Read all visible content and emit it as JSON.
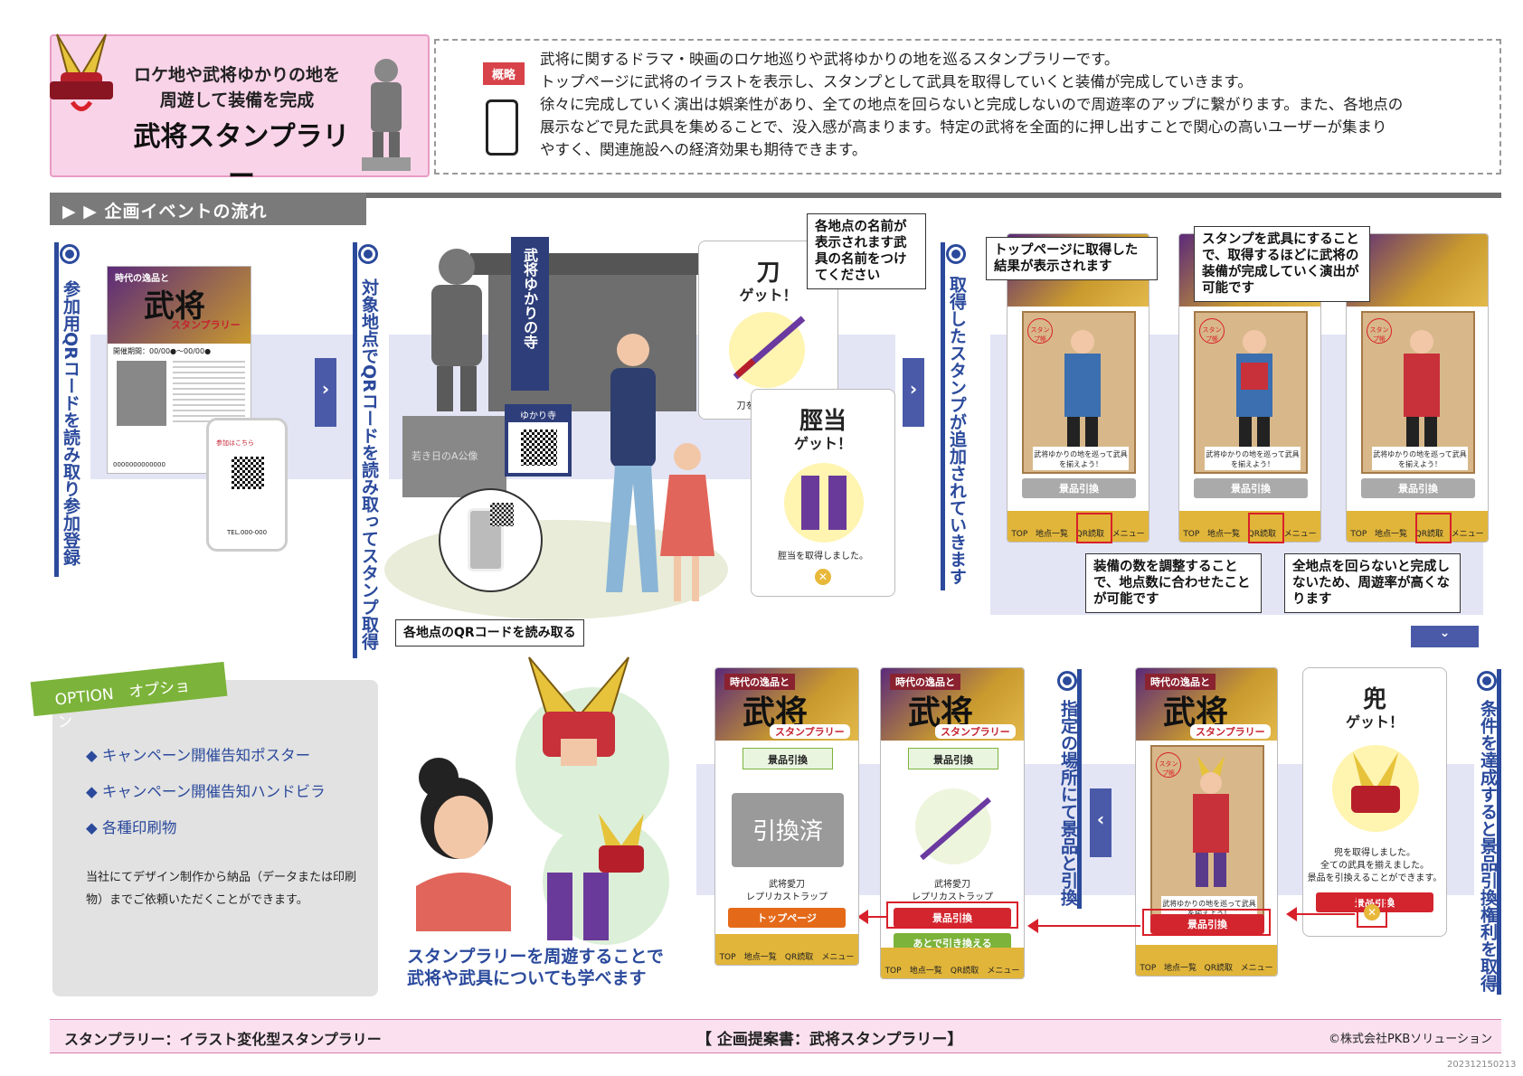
{
  "header": {
    "line1": "ロケ地や武将ゆかりの地を",
    "line2": "周遊して装備を完成",
    "line3": "武将スタンプラリー"
  },
  "summary": {
    "tag": "概略",
    "lines": [
      "武将に関するドラマ・映画のロケ地巡りや武将ゆかりの地を巡るスタンプラリーです。",
      "トップページに武将のイラストを表示し、スタンプとして武具を取得していくと装備が完成していきます。",
      "徐々に完成していく演出は娯楽性があり、全ての地点を回らないと完成しないので周遊率のアップに繋がります。また、各地点の",
      "展示などで見た武具を集めることで、没入感が高まります。特定の武将を全面的に押し出すことで関心の高いユーザーが集まり",
      "やすく、関連施設への経済効果も期待できます。"
    ]
  },
  "section_title": "▶ ▶  企画イベントの流れ",
  "steps": {
    "s1": "参加用QRコードを読み取り参加登録",
    "s2": "対象地点でQRコードを読み取ってスタンプ取得",
    "s3": "取得したスタンプが追加されていきます",
    "s4": "条件を達成すると景品引換権利を取得",
    "s5": "指定の場所にて景品と引換"
  },
  "poster": {
    "small": "時代の逸品と",
    "big": "武将",
    "sub": "スタンプラリー",
    "period": "開催期間：00/00●〜00/00●",
    "join": "参加はこちら",
    "tel": "TEL.000-000",
    "org": "0000000000000"
  },
  "scene": {
    "banner": "武将ゆかりの寺",
    "sign": "ゆかり寺",
    "pedestal": "若き日のA公像",
    "caption": "各地点のQRコードを読み取る"
  },
  "callouts": {
    "c1": "各地点の名前が表示されます武具の名前をつけてください",
    "c2": "トップページに取得した結果が表示されます",
    "c3": "スタンプを武具にすることで、取得するほどに武将の装備が完成していく演出が可能です",
    "c4": "装備の数を調整することで、地点数に合わせたことが可能です",
    "c5": "全地点を回らないと完成しないため、周遊率が高くなります"
  },
  "rewards": {
    "katana_name": "刀",
    "katana_get": "ゲット！",
    "katana_msg": "刀を",
    "sune_name": "脛当",
    "sune_get": "ゲット！",
    "sune_msg": "脛当を取得しました。",
    "kabuto_name": "兜",
    "kabuto_get": "ゲット！",
    "kabuto_msg1": "兜を取得しました。",
    "kabuto_msg2": "全ての武具を揃えました。",
    "kabuto_msg3": "景品を引換えることができます。",
    "kabuto_btn": "景品引換"
  },
  "app": {
    "stamp_book": "スタンプ帳",
    "scroll_text": "武将ゆかりの地を巡って武具を揃えよう！",
    "exchange": "景品引換",
    "nav": [
      "TOP",
      "地点一覧",
      "QR読取",
      "メニュー"
    ],
    "banner_exchange": "景品引換",
    "item_name1": "武将愛刀",
    "item_name2": "レプリカストラップ",
    "exchanged": "引換済",
    "top_page": "トップページ",
    "later": "あとで引き換える"
  },
  "learn": {
    "line1": "スタンプラリーを周遊することで",
    "line2": "武将や武具についても学べます"
  },
  "option": {
    "tag": "OPTION　オプション",
    "items": [
      "◆ キャンペーン開催告知ポスター",
      "◆ キャンペーン開催告知ハンドビラ",
      "◆ 各種印刷物"
    ],
    "note": "当社にてデザイン制作から納品（データまたは印刷物）までご依頼いただくことができます。"
  },
  "footer": {
    "left": "スタンプラリー：イラスト変化型スタンプラリー",
    "center": "【 企画提案書：武将スタンプラリー】",
    "right": "©株式会社PKBソリューション",
    "docid": "202312150213"
  },
  "colors": {
    "accent_blue": "#2b4a9c",
    "accent_red": "#d8202a",
    "accent_pink": "#f9d3e8",
    "accent_green": "#7cb33a"
  }
}
